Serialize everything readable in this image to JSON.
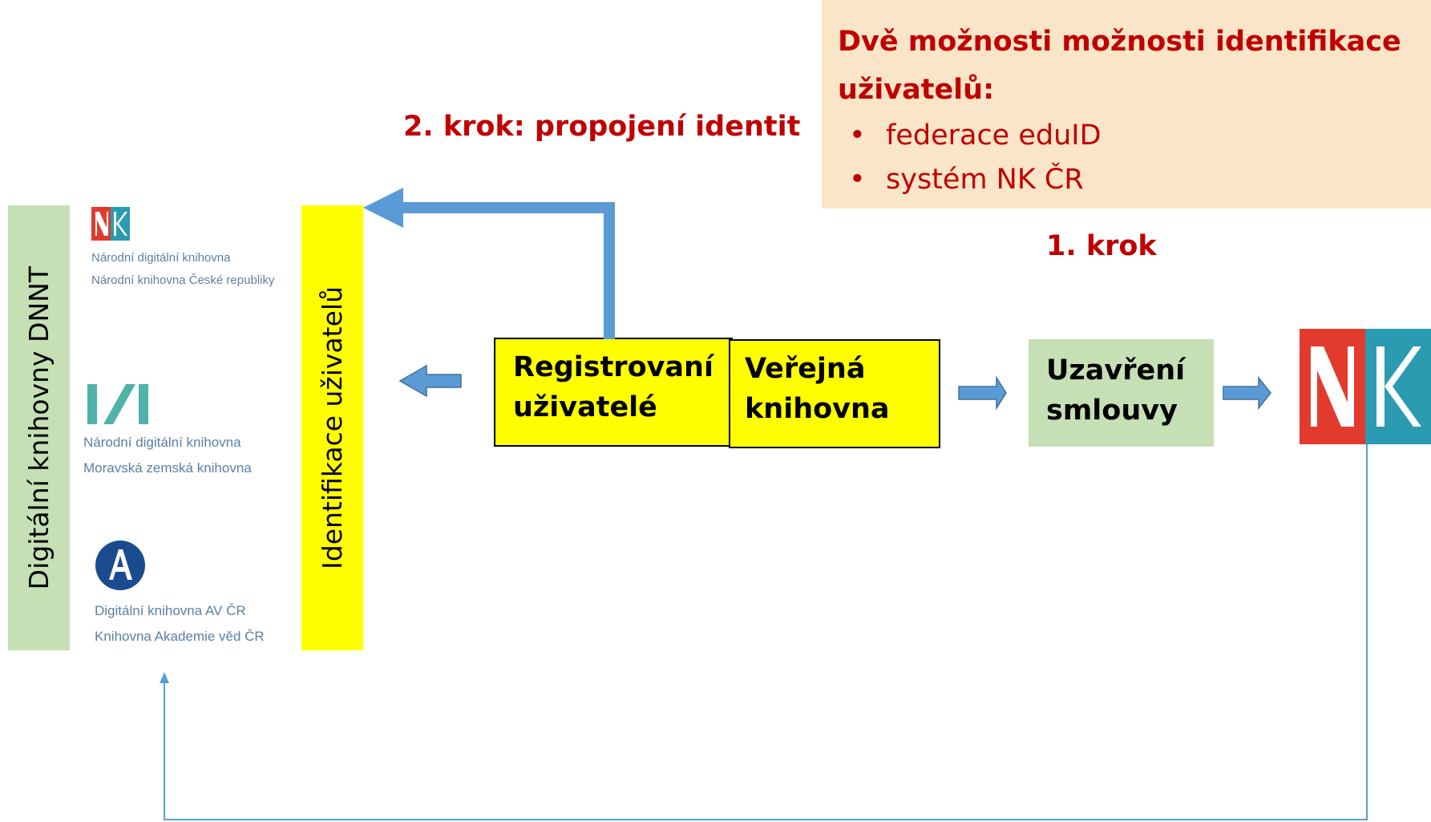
{
  "info_box": {
    "title": "Dvě možnosti možnosti identifikace uživatelů:",
    "items": [
      "federace eduID",
      "systém NK ČR"
    ]
  },
  "step2_label": "2. krok: propojení identit",
  "step1_label": "1. krok",
  "left_panel_label": "Digitální knihovny DNNT",
  "identification_label": "Identifikace uživatelů",
  "logos": [
    {
      "name": "nk-logo",
      "mark": "NK",
      "line1": "Národní digitální knihovna",
      "line2": "Národní knihovna České republiky"
    },
    {
      "name": "mzk-logo",
      "mark": "I/I",
      "line1": "Národní digitální knihovna",
      "line2": "Moravská zemská knihovna"
    },
    {
      "name": "avcr-logo",
      "mark": "A",
      "line1": "Digitální knihovna AV ČR",
      "line2": "Knihovna Akademie věd ČR"
    }
  ],
  "boxes": {
    "registered_line1": "Registrovaní",
    "registered_line2": "uživatelé",
    "library_line1": "Veřejná",
    "library_line2": "knihovna",
    "contract_line1": "Uzavření",
    "contract_line2": "smlouvy"
  },
  "big_logo_mark": "NK",
  "colors": {
    "red_text": "#c00000",
    "info_bg": "#fbe5c8",
    "green": "#c5e0b4",
    "yellow": "#ffff00",
    "arrow_blue": "#5b9bd5",
    "nk_red": "#e23b2e",
    "nk_teal": "#2a9bb0"
  }
}
